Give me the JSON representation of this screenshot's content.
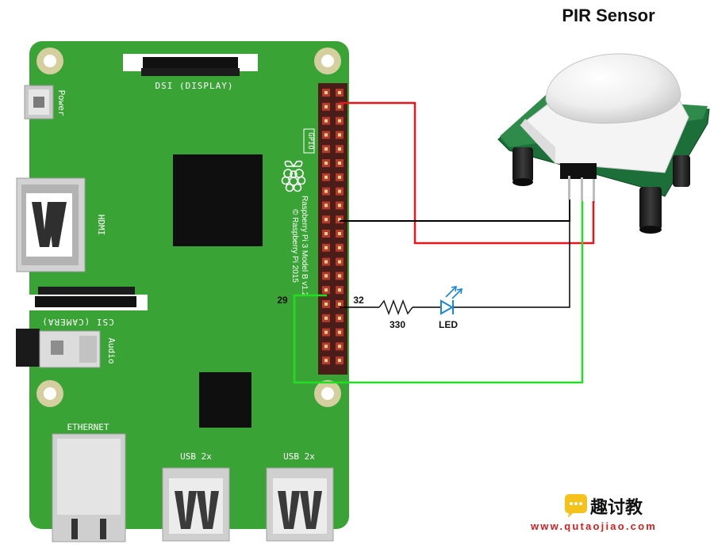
{
  "title": "PIR Sensor",
  "board": {
    "model_line1": "Raspberry Pi 3 Model B v1.2",
    "model_line2": "© Raspberry Pi 2015",
    "power_label": "Power",
    "dsi_label": "DSI (DISPLAY)",
    "hdmi_label": "HDMI",
    "csi_label": "CSI (CAMERA)",
    "audio_label": "Audio",
    "gpio_label": "GPIO",
    "ethernet_label": "ETHERNET",
    "usb1_label": "USB 2x",
    "usb2_label": "USB 2x"
  },
  "pins": {
    "pin29": "29",
    "pin32": "32"
  },
  "components": {
    "resistor_label": "330",
    "led_label": "LED"
  },
  "watermark": {
    "name": "趣讨教",
    "url": "www.qutaojiao.com"
  },
  "colors": {
    "board": "#3aa335",
    "wire_power": "#e8151b",
    "wire_ground": "#000000",
    "wire_signal": "#22dd22",
    "led": "#1a86d6",
    "header_pin": "#b43a2c"
  }
}
